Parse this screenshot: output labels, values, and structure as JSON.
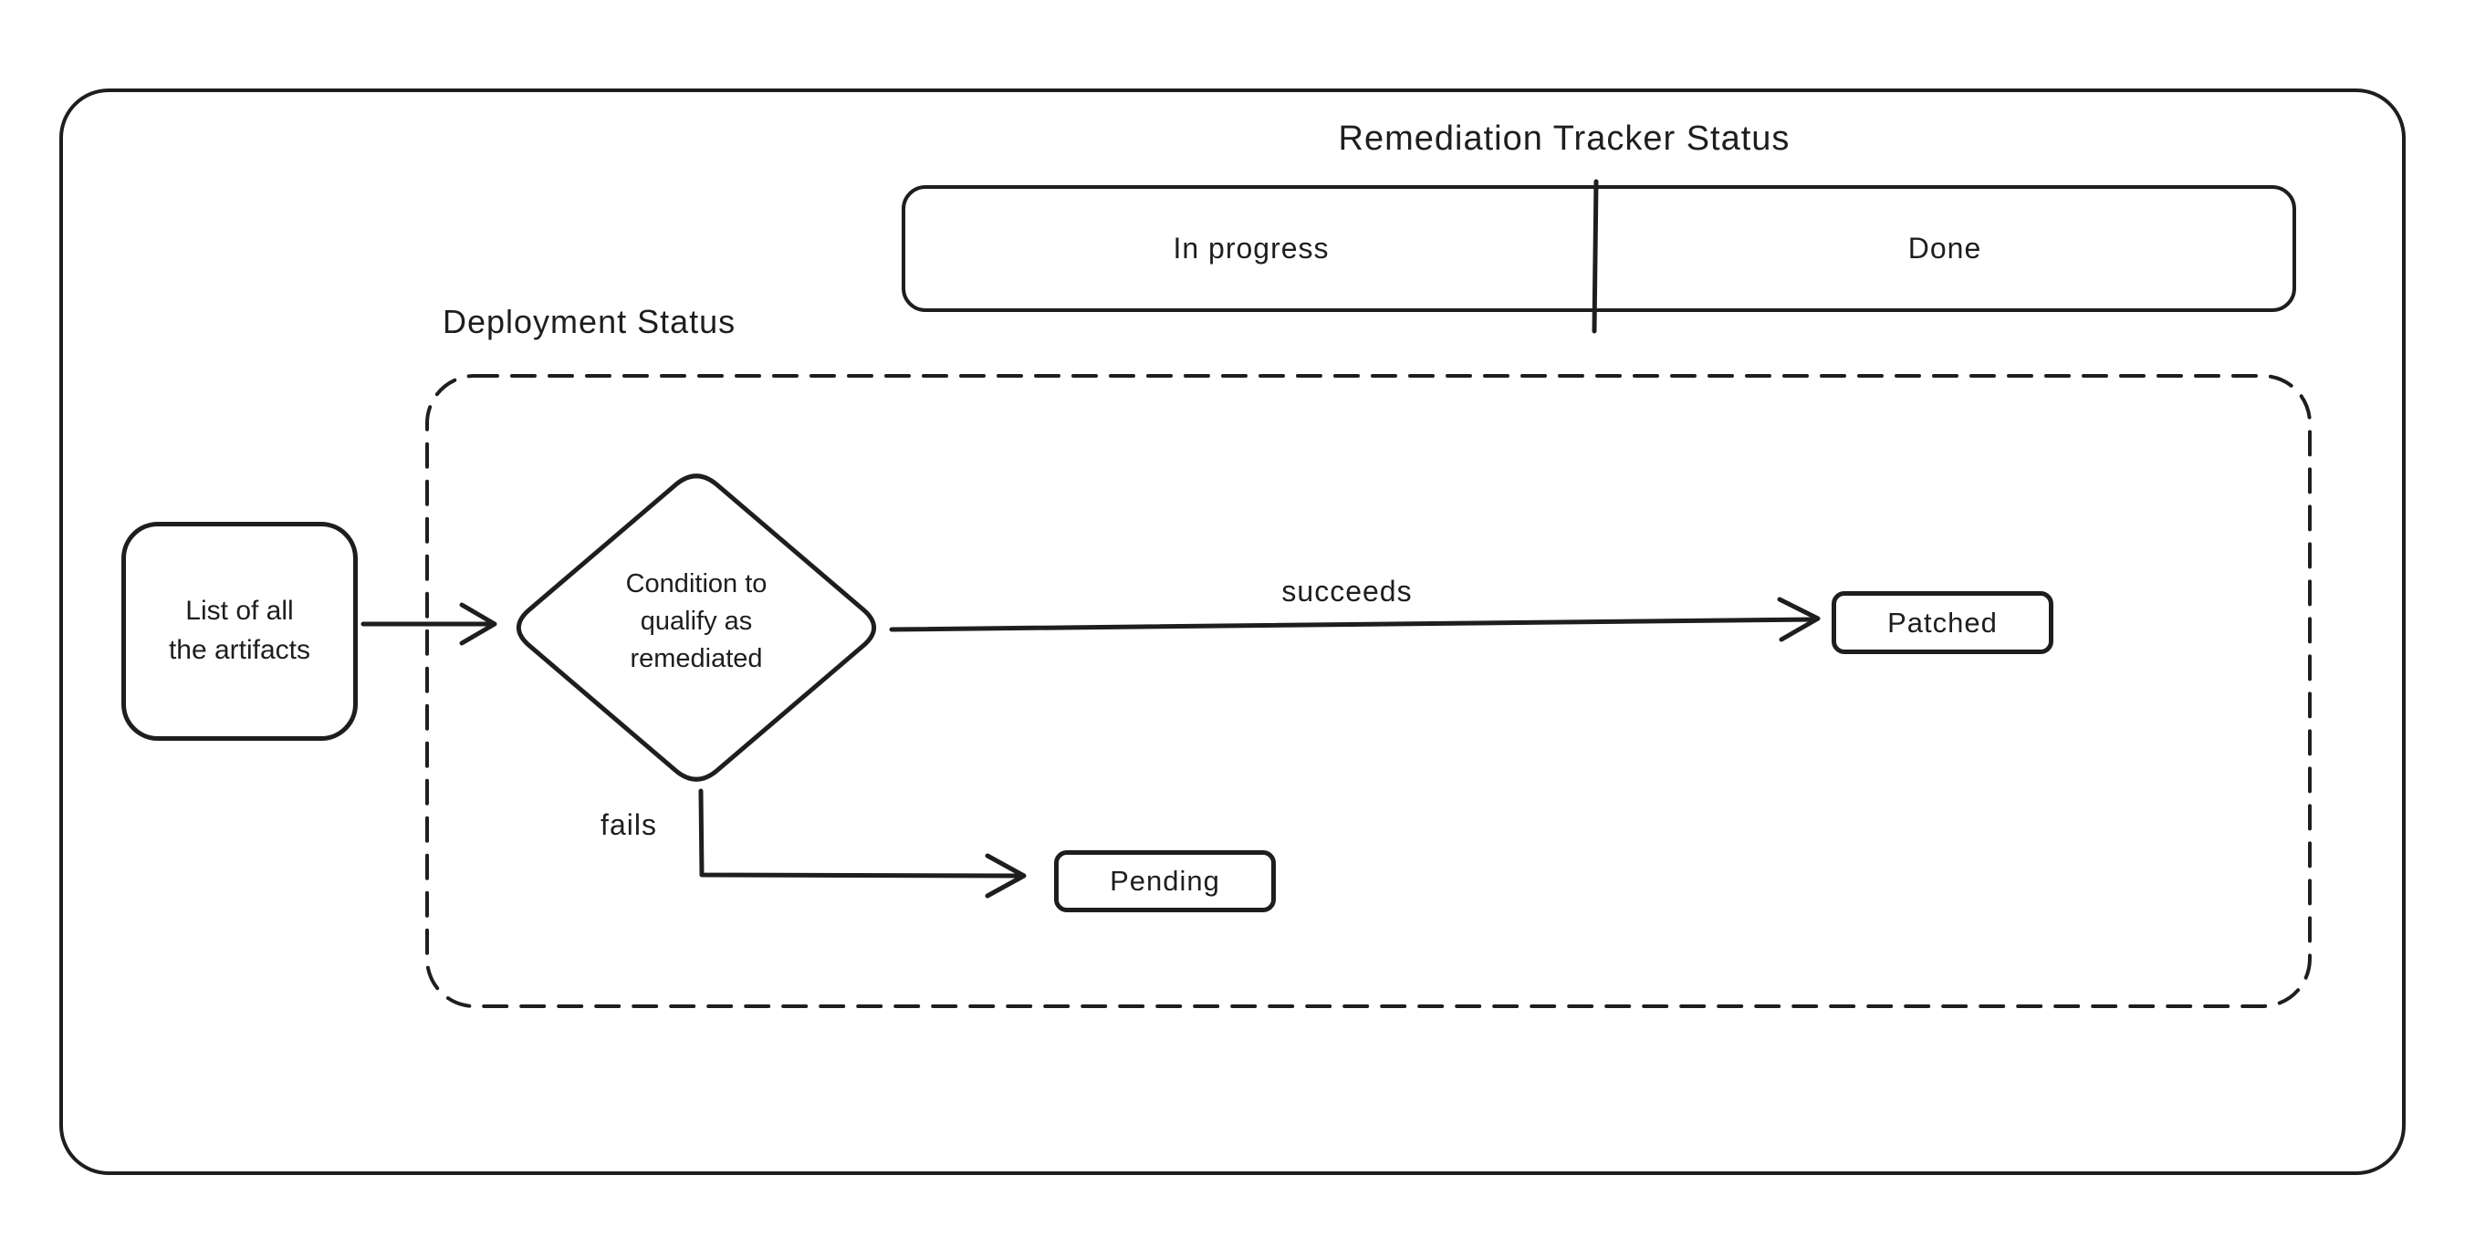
{
  "colors": {
    "ink": "#1e1e1e",
    "background": "#ffffff"
  },
  "title": "Remediation Tracker Status",
  "tracker_bar": {
    "in_progress_label": "In progress",
    "done_label": "Done"
  },
  "deployment_group": {
    "label": "Deployment Status"
  },
  "nodes": {
    "artifacts": {
      "line1": "List of all",
      "line2": "the artifacts"
    },
    "condition": {
      "line1": "Condition to",
      "line2": "qualify as",
      "line3": "remediated"
    },
    "patched": {
      "label": "Patched"
    },
    "pending": {
      "label": "Pending"
    }
  },
  "edges": {
    "succeeds_label": "succeeds",
    "fails_label": "fails"
  }
}
